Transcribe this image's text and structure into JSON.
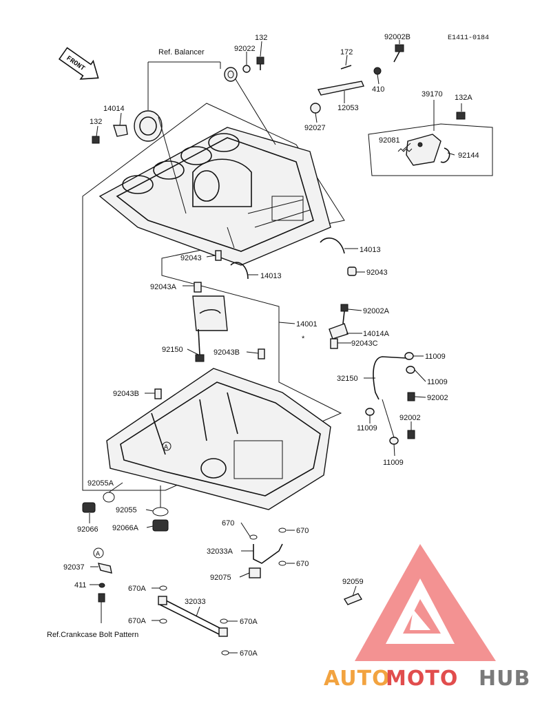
{
  "diagram_code": "E1411-0184",
  "front_label": "FRONT",
  "ref_labels": {
    "balancer": "Ref. Balancer",
    "crankcase_bolt": "Ref.Crankcase Bolt Pattern"
  },
  "callouts": {
    "p132_top": "132",
    "p92022": "92022",
    "p92002B": "92002B",
    "p172": "172",
    "p410": "410",
    "p12053": "12053",
    "p92027": "92027",
    "p39170": "39170",
    "p132A": "132A",
    "p92081": "92081",
    "p92144": "92144",
    "p14014": "14014",
    "p132_left": "132",
    "p14013_right": "14013",
    "p92043_left": "92043",
    "p14013_center": "14013",
    "p92043_right": "92043",
    "p92043A": "92043A",
    "p92002A": "92002A",
    "p14001": "14001",
    "p14014A": "14014A",
    "p92043C": "92043C",
    "p92150": "92150",
    "p92043B_mid": "92043B",
    "p11009_a": "11009",
    "p32150": "32150",
    "p11009_b": "11009",
    "p92002": "92002",
    "p92043B_left": "92043B",
    "p11009_c": "11009",
    "p92002_b": "92002",
    "p11009_d": "11009",
    "p92055A": "92055A",
    "p92055": "92055",
    "p92066": "92066",
    "p92066A": "92066A",
    "p670_a": "670",
    "p670_b": "670",
    "p32033A": "32033A",
    "p670_c": "670",
    "p92075": "92075",
    "p92037": "92037",
    "p411": "411",
    "p92059": "92059",
    "p670A_a": "670A",
    "p32033": "32033",
    "p670A_b": "670A",
    "p670A_c": "670A",
    "p670A_d": "670A"
  },
  "marks": {
    "asterisk": "*",
    "circle_a": "A"
  },
  "watermark": {
    "part1": "AUTO",
    "part2": "MOTO",
    "part3": "HUB",
    "colors": {
      "orange": "#f2a340",
      "red": "#e14d4d",
      "gray": "#7a7a7a",
      "triangle": "#f06e6e"
    }
  }
}
